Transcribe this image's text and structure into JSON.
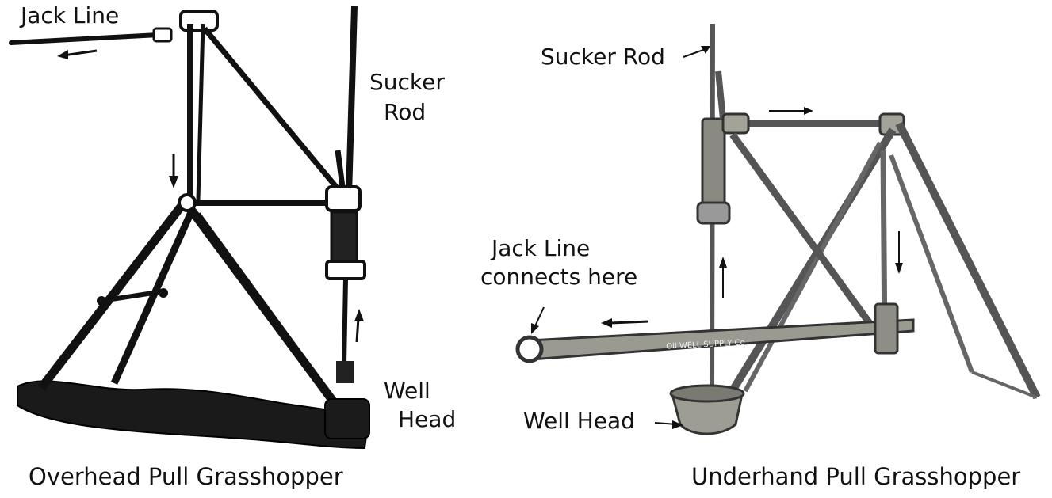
{
  "left_figure": {
    "labels": {
      "jack_line": "Jack Line",
      "sucker_rod_line1": "Sucker",
      "sucker_rod_line2": "Rod",
      "well_head_line1": "Well",
      "well_head_line2": "Head"
    },
    "caption": "Overhead Pull Grasshopper"
  },
  "right_figure": {
    "labels": {
      "sucker_rod": "Sucker Rod",
      "jack_line_line1": "Jack Line",
      "jack_line_line2": "connects here",
      "well_head": "Well Head",
      "beam_stamp": "Oil WELL SUPPLY Co"
    },
    "caption": "Underhand Pull Grasshopper"
  },
  "colors": {
    "ink": "#111111",
    "metal": "#6b6b63",
    "background": "#ffffff"
  }
}
